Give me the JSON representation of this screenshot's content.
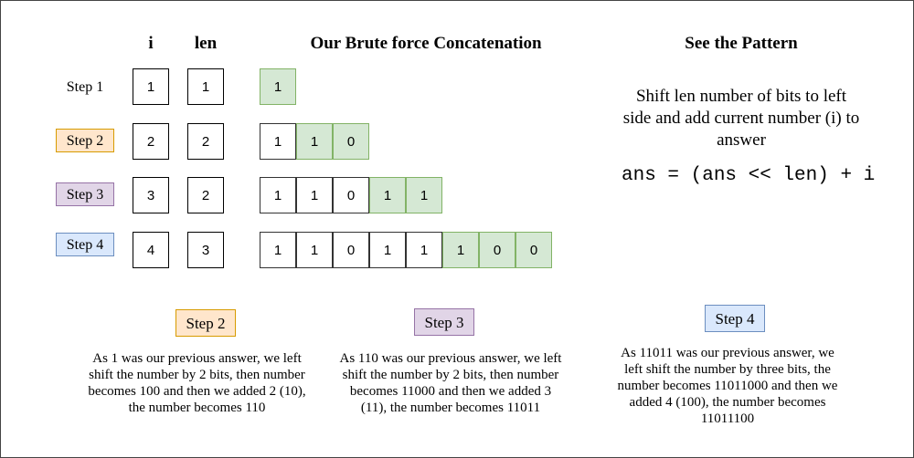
{
  "headers": {
    "i": "i",
    "len": "len",
    "concat": "Our Brute force Concatenation",
    "pattern": "See the Pattern"
  },
  "rows": [
    {
      "label": "Step 1",
      "i": "1",
      "len": "1",
      "bits": [
        "1"
      ],
      "new_bits": 1
    },
    {
      "label": "Step 2",
      "i": "2",
      "len": "2",
      "bits": [
        "1",
        "1",
        "0"
      ],
      "new_bits": 2
    },
    {
      "label": "Step 3",
      "i": "3",
      "len": "2",
      "bits": [
        "1",
        "1",
        "0",
        "1",
        "1"
      ],
      "new_bits": 2
    },
    {
      "label": "Step 4",
      "i": "4",
      "len": "3",
      "bits": [
        "1",
        "1",
        "0",
        "1",
        "1",
        "1",
        "0",
        "0"
      ],
      "new_bits": 3
    }
  ],
  "pattern": {
    "text": "Shift len number of bits to left side and add current number (i) to answer",
    "formula": "ans = (ans << len) + i"
  },
  "explanations": [
    {
      "label": "Step 2",
      "text": "As 1 was our previous answer, we left shift the number by 2 bits, then number becomes 100 and then we added 2 (10), the number becomes 110"
    },
    {
      "label": "Step 3",
      "text": "As 110 was our previous answer, we left shift the number by 2 bits, then number becomes 11000 and then we added 3 (11), the number becomes 11011"
    },
    {
      "label": "Step 4",
      "text": "As 11011 was our previous answer, we left shift the number by three bits, the number becomes 11011000 and then we added 4 (100), the number becomes 11011100"
    }
  ],
  "colors": {
    "new_bit_fill": "#d5e8d4",
    "new_bit_border": "#82b366",
    "step2_fill": "#ffe6cc",
    "step3_fill": "#e1d5e7",
    "step4_fill": "#dae8fc"
  }
}
